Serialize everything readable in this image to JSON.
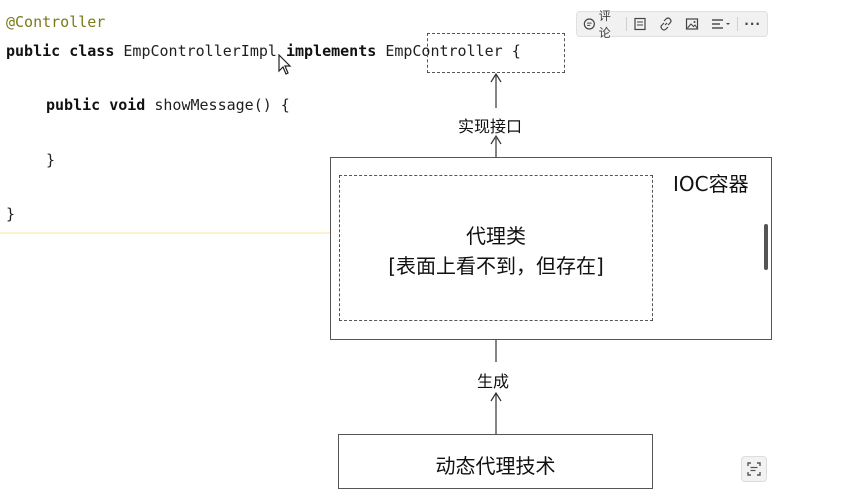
{
  "code": {
    "annotation": "@Controller",
    "line2": {
      "kw1": "public",
      "kw2": "class",
      "name": "EmpControllerImpl",
      "kw3": "implements",
      "iface": "EmpController",
      "brace": "{"
    },
    "line3": {
      "kw1": "public",
      "kw2": "void",
      "method": "showMessage() {"
    },
    "close_inner": "}",
    "close_outer": "}"
  },
  "toolbar": {
    "comment_label": "评论",
    "icons": [
      "comment-icon",
      "note-icon",
      "link-icon",
      "image-icon",
      "align-icon",
      "more-icon"
    ],
    "more": "···"
  },
  "diagram": {
    "implements_label": "实现接口",
    "ioc_label": "IOC容器",
    "proxy_title": "代理类",
    "proxy_subtitle": "[表面上看不到，但存在]",
    "generate_label": "生成",
    "dynamic_proxy_label": "动态代理技术"
  }
}
